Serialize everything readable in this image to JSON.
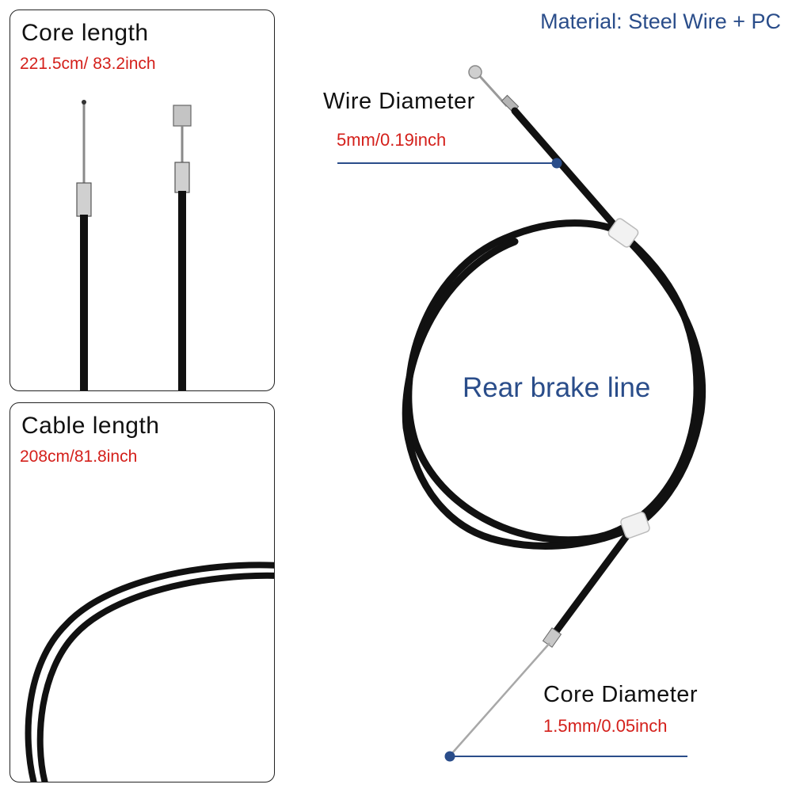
{
  "header": {
    "material": "Material: Steel Wire + PC"
  },
  "core_length_panel": {
    "title": "Core length",
    "value": "221.5cm/ 83.2inch"
  },
  "cable_length_panel": {
    "title": "Cable length",
    "value": "208cm/81.8inch"
  },
  "wire_diameter": {
    "label": "Wire Diameter",
    "value": "5mm/0.19inch"
  },
  "center": {
    "label": "Rear brake line"
  },
  "core_diameter": {
    "label": "Core Diameter",
    "value": "1.5mm/0.05inch"
  },
  "colors": {
    "accent_blue": "#2a4d8a",
    "value_red": "#d4201b",
    "cable_black": "#111111",
    "clip_white": "#f2f2f2"
  }
}
